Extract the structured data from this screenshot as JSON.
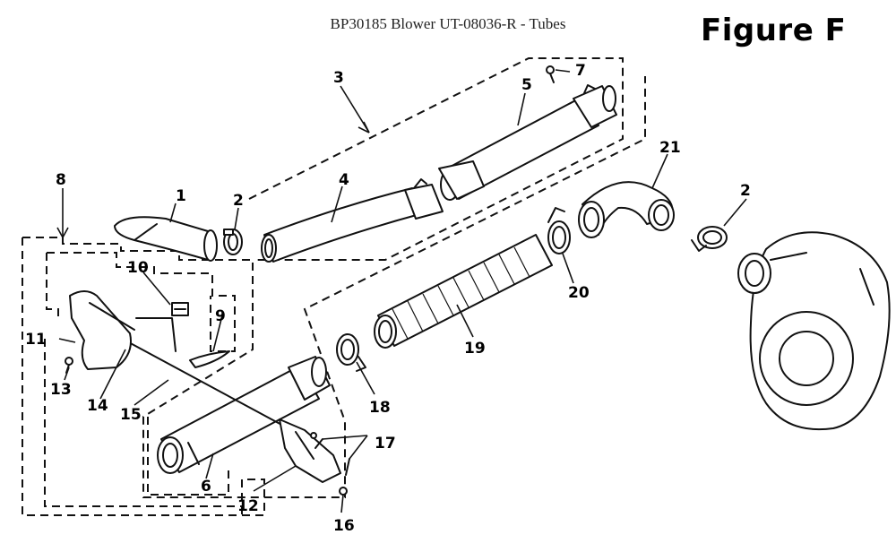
{
  "header": {
    "title": "BP30185 Blower UT-08036-R - Tubes",
    "figure_label": "Figure F"
  },
  "callouts": {
    "c1": "1",
    "c2a": "2",
    "c2b": "2",
    "c3": "3",
    "c4": "4",
    "c5": "5",
    "c6": "6",
    "c7": "7",
    "c8": "8",
    "c9": "9",
    "c10": "10",
    "c11": "11",
    "c12": "12",
    "c13": "13",
    "c14": "14",
    "c15": "15",
    "c16": "16",
    "c17": "17",
    "c18": "18",
    "c19": "19",
    "c20": "20",
    "c21": "21"
  }
}
